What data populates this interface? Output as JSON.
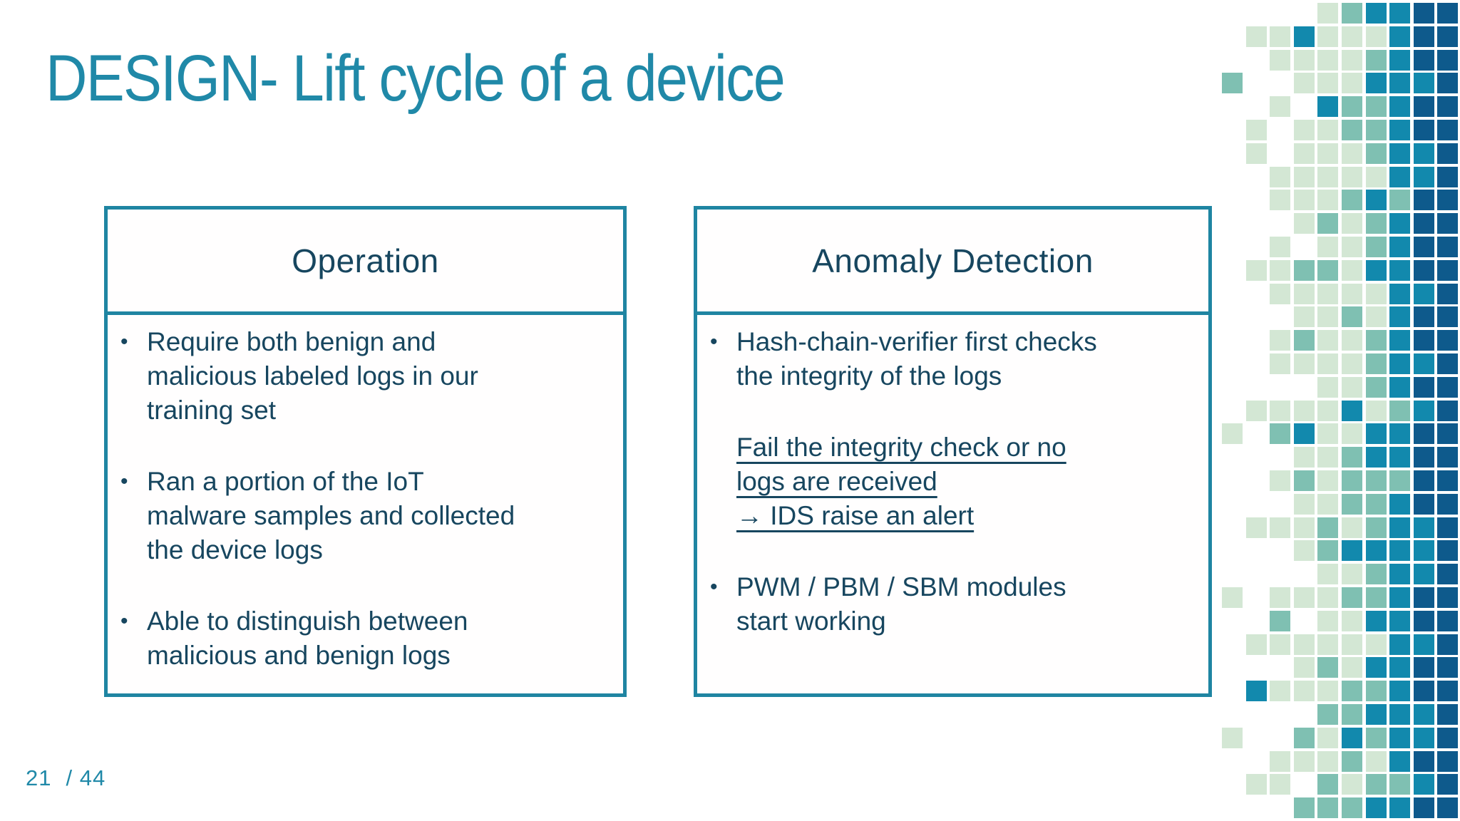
{
  "title": "DESIGN- Lift cycle of a device",
  "bullet_char": "•",
  "page": {
    "current": "21",
    "total": "/ 44"
  },
  "colors": {
    "accent_teal": "#1f85a2",
    "title_teal": "#2089a8",
    "text_navy": "#17465f"
  },
  "boxes": [
    {
      "header": "Operation",
      "items": [
        {
          "type": "bullet",
          "lines": [
            "Require both benign and",
            "malicious labeled logs in our",
            "training set"
          ]
        },
        {
          "type": "bullet",
          "lines": [
            "Ran a portion of the IoT",
            "malware samples and collected",
            "the device logs"
          ]
        },
        {
          "type": "bullet",
          "lines": [
            "Able to distinguish between",
            "malicious and benign logs"
          ]
        }
      ]
    },
    {
      "header": "Anomaly Detection",
      "items": [
        {
          "type": "bullet",
          "lines": [
            "Hash-chain-verifier first checks",
            "the integrity of the logs"
          ]
        },
        {
          "type": "underline",
          "lines": [
            "Fail the integrity check or no",
            "logs are received",
            "→ IDS raise an alert"
          ]
        },
        {
          "type": "bullet",
          "lines": [
            "PWM / PBM / SBM modules",
            "start working"
          ]
        }
      ]
    }
  ],
  "mosaic": {
    "palette": {
      "L": "#d3e7d4",
      "M": "#7fc0b2",
      "T": "#1289ad",
      "D": "#0e5a8c"
    },
    "rows": [
      "....LMTTDD",
      ".LLTLLLTDD",
      "..LLLLMTDD",
      "M..LLLTTTD",
      "..L.TMMTDD",
      ".L.LLMMTDD",
      ".L.LLLMTTD",
      "..LLLLLTTD",
      "..LLLMTMDD",
      "...LMLMTDD",
      "..L.LLMTDD",
      ".LLMMLTTDD",
      "..LLLLLTTD",
      "...LLMLTDD",
      "..LMLLMTDD",
      "..LLLLMTTD",
      "....LLMTDD",
      ".LLLLTLMTD",
      "L.MTLLTTDD",
      "...LLMTTDD",
      "..LMLMMMDD",
      "...LLMMTDD",
      ".LLLMLMTTD",
      "...LMTTTTD",
      "....LLMTTD",
      "L.LLLMMTDD",
      "..M.LLTTDD",
      ".LLLLLLTTD",
      "...LMLTTDD",
      ".TLLLMMTDD",
      "....MMTTTD",
      "L..MLTMTTD",
      "..LLLMLTDD",
      ".LL.MLMMTD",
      "...MMMTTDD"
    ]
  }
}
